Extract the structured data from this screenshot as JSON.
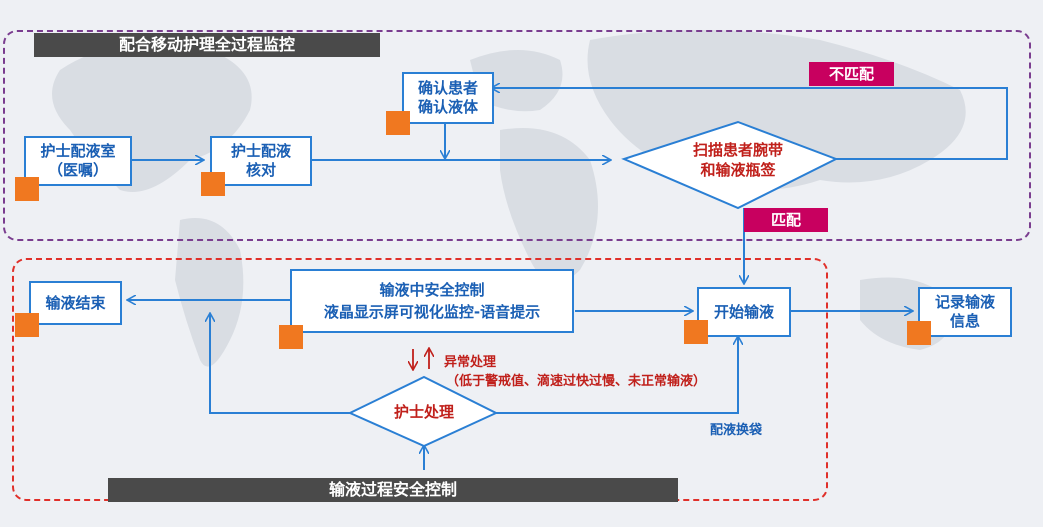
{
  "groups": {
    "top_title": "配合移动护理全过程监控",
    "bottom_title": "输液过程安全控制"
  },
  "nodes": {
    "nurse_room": "护士配液室\n（医嘱）",
    "nurse_check": "护士配液\n核对",
    "confirm_patient": "确认患者\n确认液体",
    "scan": "扫描患者腕带\n和输液瓶签",
    "infusion_end": "输液结束",
    "safety_control": "输液中安全控制\n液晶显示屏可视化监控-语音提示",
    "start_infusion": "开始输液",
    "record_info": "记录输液\n信息",
    "nurse_handle": "护士处理"
  },
  "tags": {
    "mismatch": "不匹配",
    "match": "匹配"
  },
  "notes": {
    "abnormal_title": "异常处理",
    "abnormal_detail": "（低于警戒值、滴速过快过慢、未正常输液）",
    "bag_change": "配液换袋"
  },
  "colors": {
    "box_border": "#2a7fd4",
    "box_text": "#1a5fb4",
    "accent_square": "#f07820",
    "tag_bg": "#c8005f",
    "red_text": "#c0201b",
    "top_border": "#7a3d8f",
    "bottom_border": "#e0302a"
  }
}
